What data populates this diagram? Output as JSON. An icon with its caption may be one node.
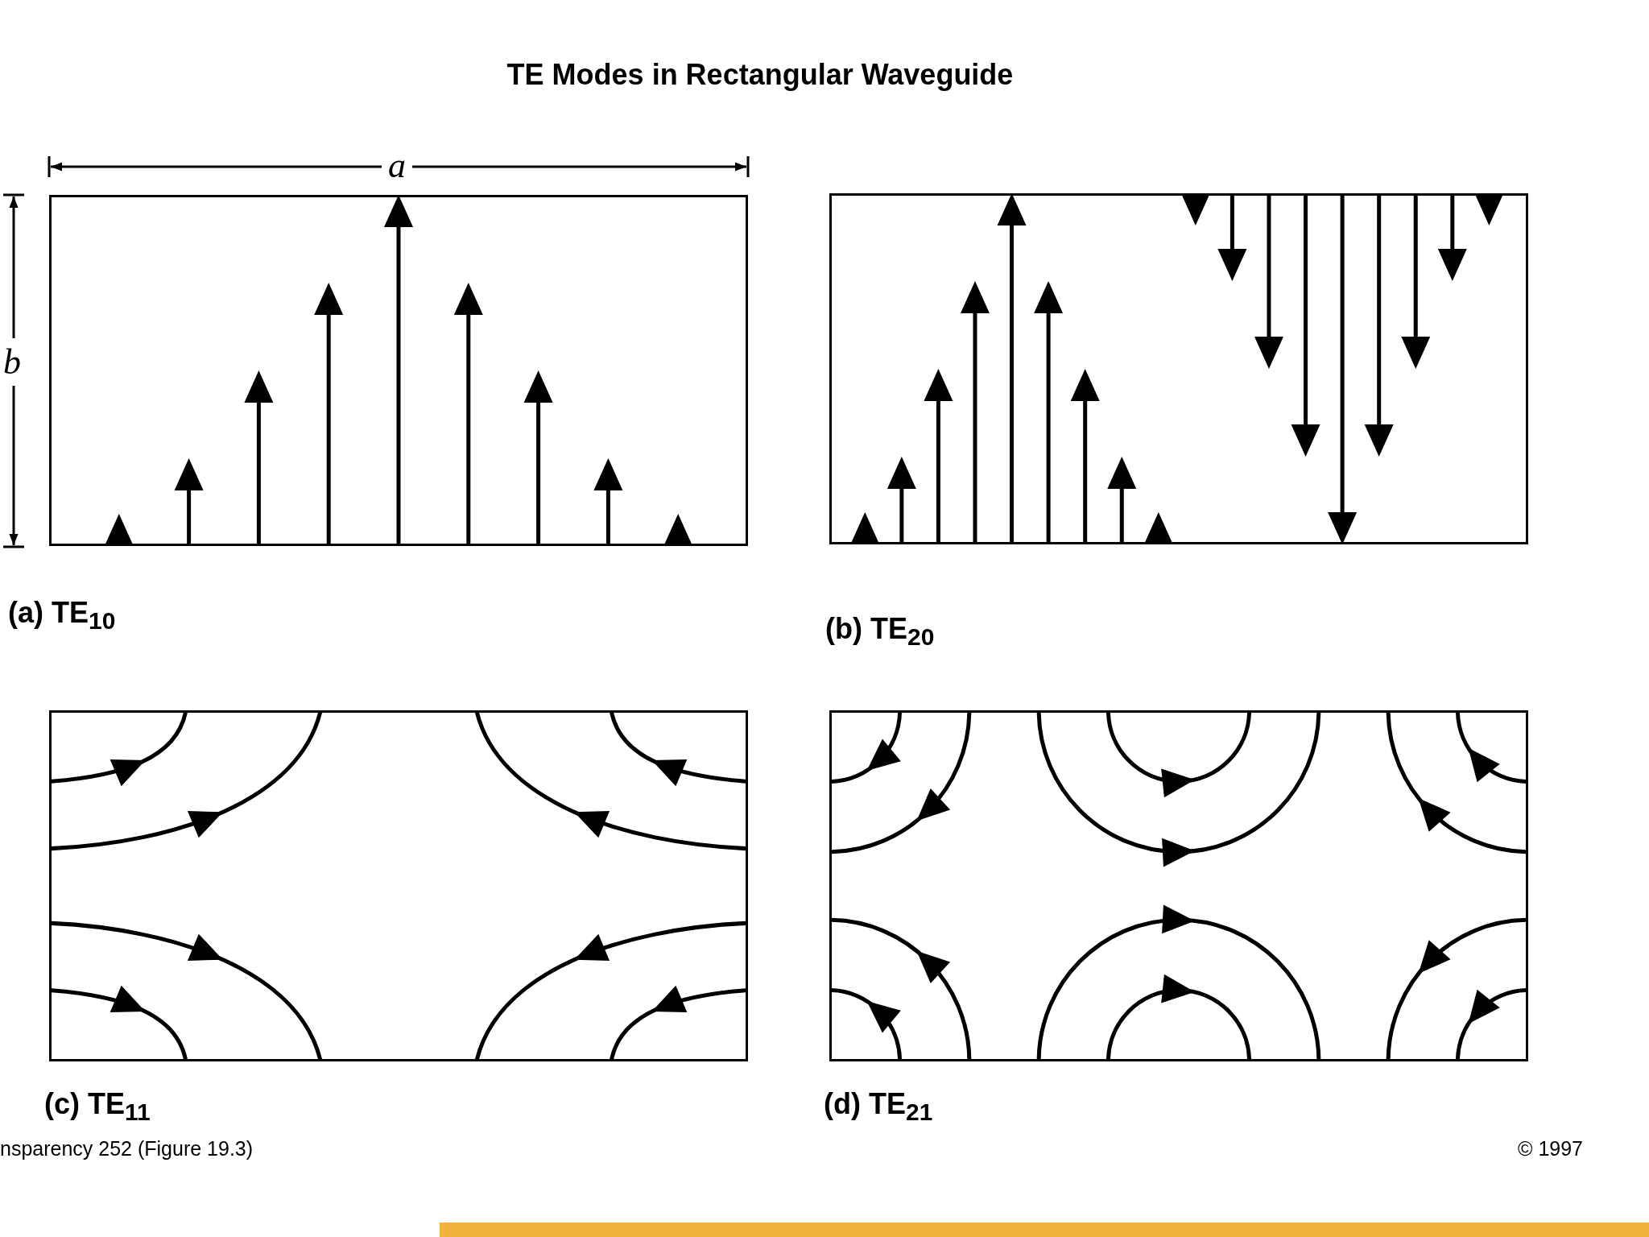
{
  "diagram": {
    "title": "TE Modes in Rectangular Waveguide",
    "nodes": [
      {
        "text": [],
        "shape": "box",
        "beside": [
          "(a)  TE$_{10}$"
        ]
      },
      {
        "text": [],
        "shape": "box",
        "beside": [
          "(b)  TE$_{20}$"
        ]
      },
      {
        "text": [],
        "shape": "box",
        "beside": [
          "(c)  TE$_{11}$"
        ]
      },
      {
        "text": [],
        "shape": "box",
        "beside": [
          "(d)  TE$_{21}$"
        ]
      }
    ],
    "edges": [],
    "labels": [
      "a",
      "b",
      "nsparency 252 (Figure 19.3)",
      "© 1997"
    ]
  }
}
